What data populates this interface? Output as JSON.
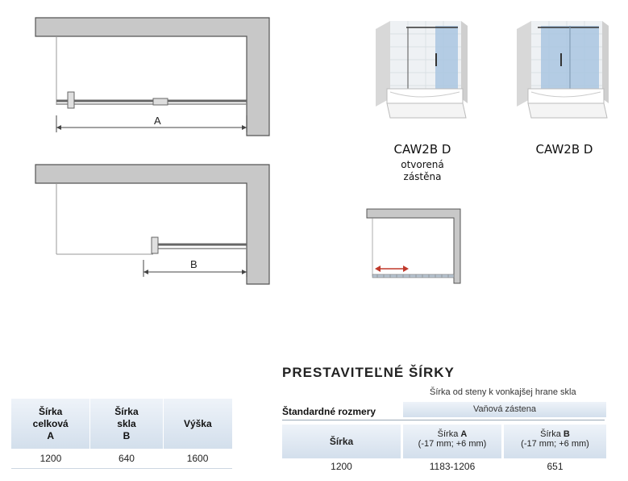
{
  "captions": {
    "open": {
      "title": "CAW2B D",
      "line1": "otvorená",
      "line2": "zástěna"
    },
    "closed": {
      "title": "CAW2B D"
    }
  },
  "dimensions": {
    "a": "A",
    "b": "B"
  },
  "left_table": {
    "headers": [
      {
        "l1": "Šírka",
        "l2": "celková",
        "l3": "A"
      },
      {
        "l1": "Šírka",
        "l2": "skla",
        "l3": "B"
      },
      {
        "l1": "Výška"
      }
    ],
    "row": [
      "1200",
      "640",
      "1600"
    ]
  },
  "right_table": {
    "title": "PRESTAVITEĽNÉ ŠÍRKY",
    "note": "Šírka od steny k vonkajšej hrane skla",
    "standard_label": "Štandardné rozmery",
    "group_label": "Vaňová zástena",
    "col0": "Šírka",
    "col1_l1": "Šírka",
    "col1_bold": "A",
    "col1_l2": "(-17 mm; +6 mm)",
    "col2_l1": "Šírka",
    "col2_bold": "B",
    "col2_l2": "(-17 mm; +6 mm)",
    "row": [
      "1200",
      "1183-1206",
      "651"
    ]
  },
  "colors": {
    "wall": "#c8c8c8",
    "wall_stroke": "#555555",
    "header_blue": "#d3dfec",
    "arrow": "#c0392b"
  }
}
